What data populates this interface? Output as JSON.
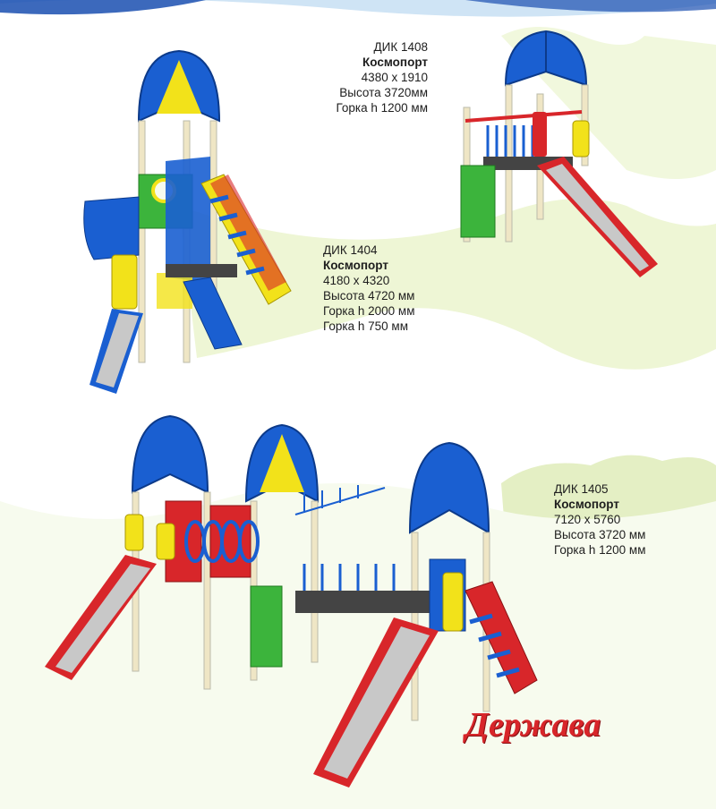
{
  "products": [
    {
      "code": "ДИК 1408",
      "name": "Космопорт",
      "size": "4380 х 1910",
      "height": "Высота 3720мм",
      "slides": [
        "Горка h 1200 мм"
      ]
    },
    {
      "code": "ДИК 1404",
      "name": "Космопорт",
      "size": "4180 х 4320",
      "height": "Высота 4720 мм",
      "slides": [
        "Горка h 2000 мм",
        "Горка h 750 мм"
      ]
    },
    {
      "code": "ДИК 1405",
      "name": "Космопорт",
      "size": "7120 х 5760",
      "height": "Высота 3720 мм",
      "slides": [
        "Горка h 1200 мм"
      ]
    }
  ],
  "brand": {
    "name": "Держава"
  },
  "colors": {
    "accent_blue": "#1a5fd1",
    "accent_yellow": "#f2e21a",
    "accent_red": "#d8262a",
    "accent_green": "#3cb43c",
    "background_green": "#eaf3cf"
  }
}
